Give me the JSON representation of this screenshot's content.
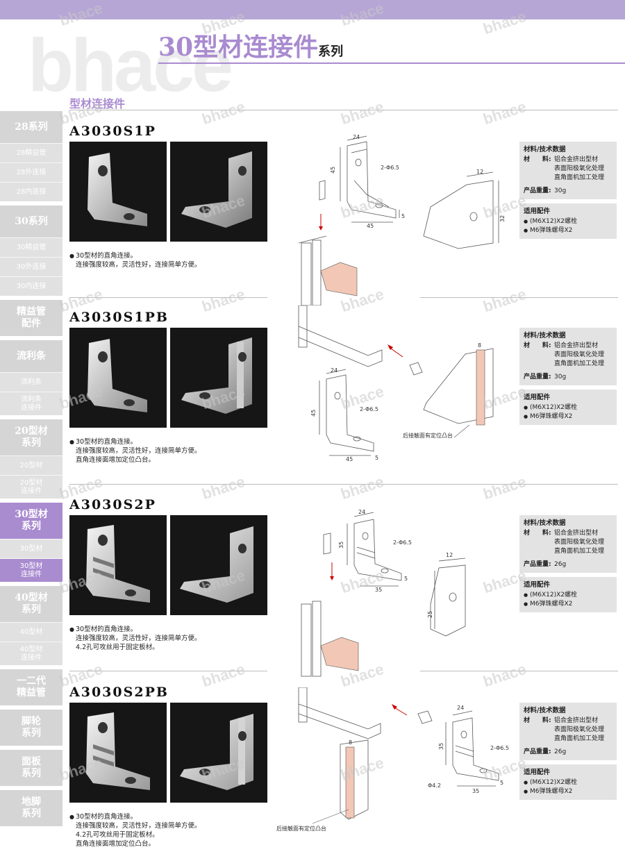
{
  "header": {
    "bg_logo": "bhace",
    "title_main": "30型材连接件",
    "title_sub": "系列"
  },
  "section_heading": "型材连接件",
  "watermark": "bhace",
  "colors": {
    "accent": "#a98bd0",
    "top_bar": "#b6a6d6",
    "sidebar_gray": "#d5d5d5"
  },
  "sidebar": [
    {
      "label": "28系列",
      "type": "main",
      "active": false
    },
    {
      "label": "28精益管",
      "type": "sub",
      "active": false
    },
    {
      "label": "28外连接",
      "type": "sub",
      "active": false
    },
    {
      "label": "28内连接",
      "type": "sub",
      "active": false
    },
    {
      "label": "30系列",
      "type": "main",
      "active": false
    },
    {
      "label": "30精益管",
      "type": "sub",
      "active": false
    },
    {
      "label": "30外连接",
      "type": "sub",
      "active": false
    },
    {
      "label": "30内连接",
      "type": "sub",
      "active": false
    },
    {
      "label": "精益管\n配件",
      "type": "main",
      "active": false
    },
    {
      "label": "流利条",
      "type": "main",
      "active": false
    },
    {
      "label": "流利条",
      "type": "sub",
      "active": false
    },
    {
      "label": "流利条\n连接件",
      "type": "sub",
      "active": false
    },
    {
      "label": "20型材\n系列",
      "type": "main",
      "active": false
    },
    {
      "label": "20型材",
      "type": "sub",
      "active": false
    },
    {
      "label": "20型材\n连接件",
      "type": "sub",
      "active": false
    },
    {
      "label": "30型材\n系列",
      "type": "main",
      "active": true
    },
    {
      "label": "30型材",
      "type": "sub",
      "active": false
    },
    {
      "label": "30型材\n连接件",
      "type": "sub",
      "active": true
    },
    {
      "label": "40型材\n系列",
      "type": "main",
      "active": false
    },
    {
      "label": "40型材",
      "type": "sub",
      "active": false
    },
    {
      "label": "40型材\n连接件",
      "type": "sub",
      "active": false
    },
    {
      "label": "一二代\n精益管",
      "type": "main",
      "active": false
    },
    {
      "label": "脚轮\n系列",
      "type": "main",
      "active": false
    },
    {
      "label": "面板\n系列",
      "type": "main",
      "active": false
    },
    {
      "label": "地脚\n系列",
      "type": "main",
      "active": false
    }
  ],
  "products": [
    {
      "code": "A3030S1P",
      "desc": [
        "30型材的直角连接。",
        "连接强度较高，灵活性好，连接简单方便。"
      ],
      "spec_heading": "材料/技术数据",
      "material_key": "材　　料:",
      "material_val": "铝合金挤出型材\n表面阳极氧化处理\n直角面机加工处理",
      "weight_key": "产品重量:",
      "weight_val": "30g",
      "acc_heading": "适用配件",
      "accessories": [
        "(M6X12)X2螺栓",
        "M6弹珠螺母X2"
      ],
      "dims": {
        "d24": "24",
        "d45a": "45",
        "d45b": "45",
        "d5": "5",
        "hole": "2-Φ6.5",
        "d12": "12",
        "d32": "32"
      }
    },
    {
      "code": "A3030S1PB",
      "desc": [
        "30型材的直角连接。",
        "连接强度较高，灵活性好，连接简单方便。",
        "直角连接面增加定位凸台。"
      ],
      "spec_heading": "材料/技术数据",
      "material_key": "材　　料:",
      "material_val": "铝合金挤出型材\n表面阳极氧化处理\n直角面机加工处理",
      "weight_key": "产品重量:",
      "weight_val": "30g",
      "acc_heading": "适用配件",
      "accessories": [
        "(M6X12)X2螺栓",
        "M6弹珠螺母X2"
      ],
      "dims": {
        "d24": "24",
        "d45a": "45",
        "d45b": "45",
        "d5": "5",
        "hole": "2-Φ6.5",
        "d8": "8"
      },
      "callout": "后接触面有定位凸台"
    },
    {
      "code": "A3030S2P",
      "desc": [
        "30型材的直角连接。",
        "连接强度较高，灵活性好，连接简单方便。",
        "4.2孔可攻丝用于固定板材。"
      ],
      "spec_heading": "材料/技术数据",
      "material_key": "材　　料:",
      "material_val": "铝合金挤出型材\n表面阳极氧化处理\n直角面机加工处理",
      "weight_key": "产品重量:",
      "weight_val": "26g",
      "acc_heading": "适用配件",
      "accessories": [
        "(M6X12)X2螺栓",
        "M6弹珠螺母X2"
      ],
      "dims": {
        "d24": "24",
        "d35a": "35",
        "d35b": "35",
        "d5": "5",
        "hole": "2-Φ6.5",
        "d12": "12",
        "d25": "25"
      }
    },
    {
      "code": "A3030S2PB",
      "desc": [
        "30型材的直角连接。",
        "连接强度较高，灵活性好，连接简单方便。",
        "4.2孔可攻丝用于固定板材。",
        "直角连接面增加定位凸台。"
      ],
      "spec_heading": "材料/技术数据",
      "material_key": "材　　料:",
      "material_val": "铝合金挤出型材\n表面阳极氧化处理\n直角面机加工处理",
      "weight_key": "产品重量:",
      "weight_val": "26g",
      "acc_heading": "适用配件",
      "accessories": [
        "(M6X12)X2螺栓",
        "M6弹珠螺母X2"
      ],
      "dims": {
        "d24": "24",
        "d35a": "35",
        "d35b": "35",
        "d5": "5",
        "hole": "2-Φ6.5",
        "d8": "8",
        "d42": "Φ4.2"
      },
      "callout": "后接触面有定位凸台"
    }
  ]
}
